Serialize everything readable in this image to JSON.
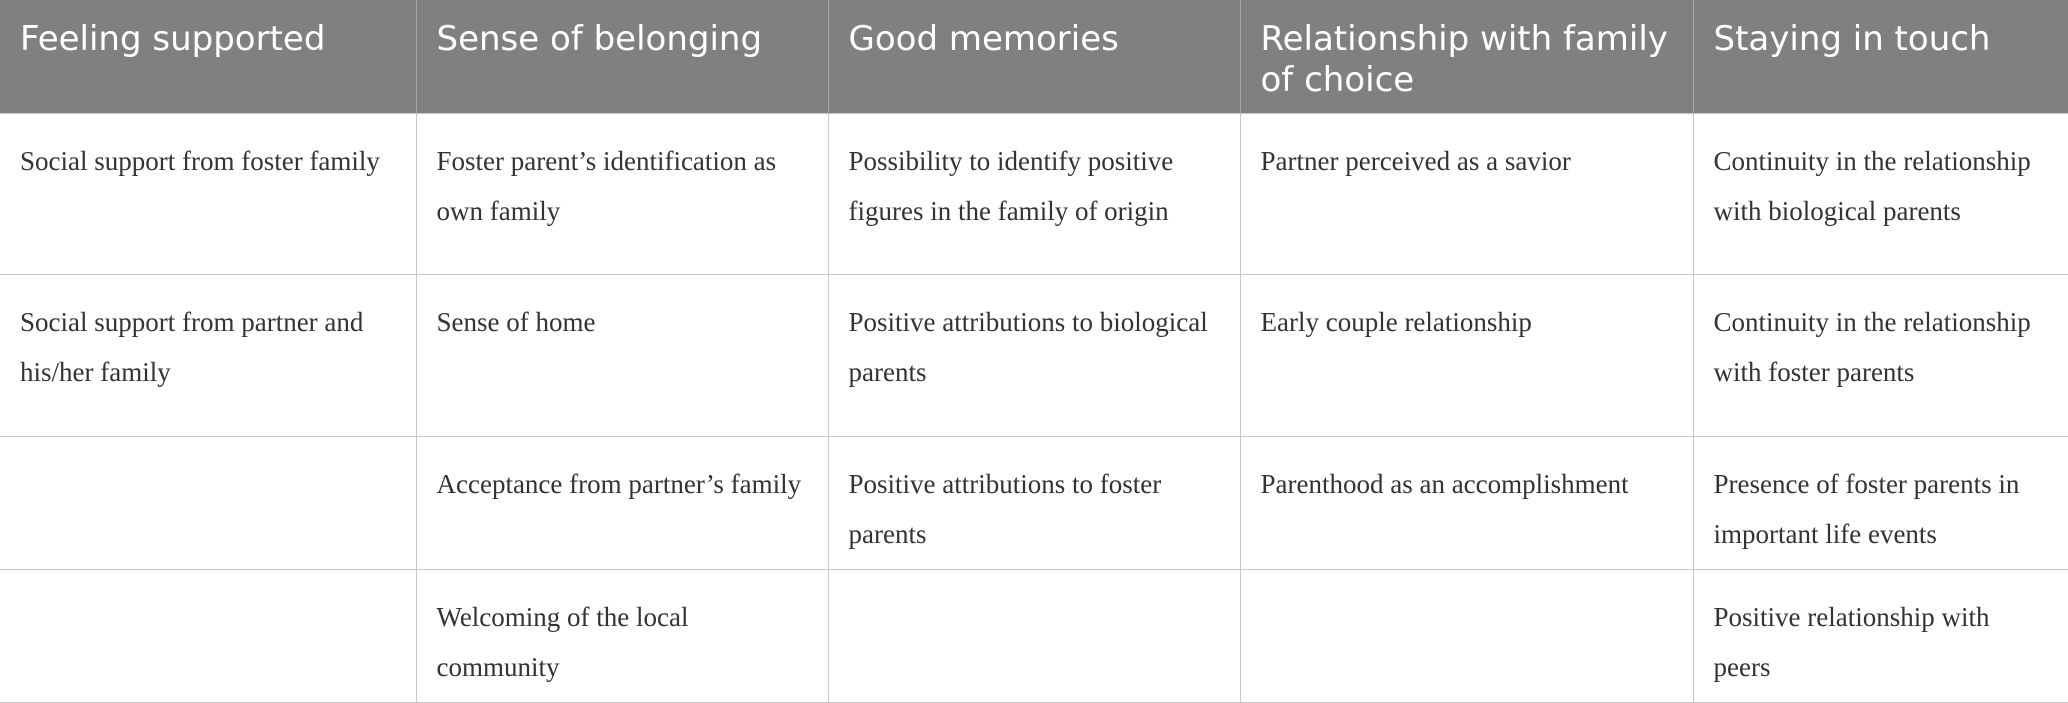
{
  "table": {
    "headers": [
      "Feeling supported",
      "Sense of belonging",
      "Good memories",
      "Relationship with family of choice",
      "Staying in touch"
    ],
    "rows": [
      [
        "Social support from foster family",
        "Foster parent’s identification as own family",
        "Possibility to identify positive figures in the family of origin",
        "Partner perceived as a savior",
        "Continuity in the relationship with biological parents"
      ],
      [
        "Social support from partner and his/her family",
        "Sense of home",
        "Positive attributions to biological parents",
        "Early couple relationship",
        "Continuity in the relationship with foster parents"
      ],
      [
        "",
        "Acceptance from partner’s family",
        "Positive attributions to foster parents",
        "Parenthood as an accomplishment",
        "Presence of foster parents in important life events"
      ],
      [
        "",
        "Welcoming of the local community",
        "",
        "",
        "Positive relationship with peers"
      ]
    ]
  }
}
